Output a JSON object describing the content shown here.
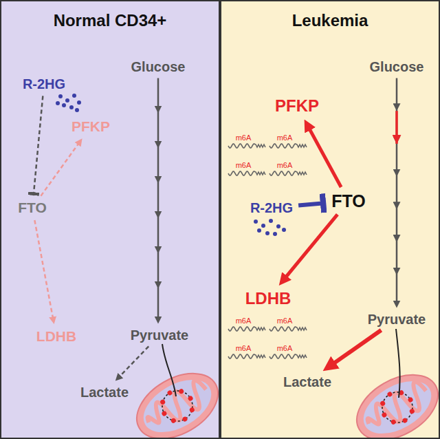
{
  "diagram": {
    "nodes": [
      {
        "text": [
          "Normal CD34+"
        ]
      },
      {
        "text": [
          "Leukemia"
        ]
      },
      {
        "text": [
          "Glucose"
        ],
        "in": 0
      },
      {
        "text": [
          "R-2HG"
        ],
        "in": 0
      },
      {
        "text": [
          "PFKP"
        ],
        "in": 0
      },
      {
        "text": [
          "FTO"
        ],
        "in": 0
      },
      {
        "text": [
          "Pyruvate"
        ],
        "in": 0
      },
      {
        "text": [
          "LDHB"
        ],
        "in": 0
      },
      {
        "text": [
          "Lactate"
        ],
        "in": 0
      },
      {
        "text": [
          "Glucose"
        ],
        "in": 1
      },
      {
        "text": [
          "PFKP"
        ],
        "in": 1
      },
      {
        "text": [
          "R-2HG"
        ],
        "in": 1
      },
      {
        "text": [
          "FTO"
        ],
        "in": 1
      },
      {
        "text": [
          "LDHB"
        ],
        "in": 1
      },
      {
        "text": [
          "Pyruvate"
        ],
        "in": 1
      },
      {
        "text": [
          "Lactate"
        ],
        "in": 1
      }
    ],
    "edges": [
      {
        "from": 2,
        "to": 6,
        "arrow": "to"
      },
      {
        "from": 6,
        "to": 8,
        "arrow": "to"
      },
      {
        "from": 3,
        "to": 5,
        "arrow": "to"
      },
      {
        "from": 5,
        "to": 4,
        "arrow": "to"
      },
      {
        "from": 5,
        "to": 7,
        "arrow": "to"
      },
      {
        "from": 9,
        "to": 14,
        "arrow": "to"
      },
      {
        "from": 14,
        "to": 15,
        "arrow": "to"
      },
      {
        "from": 11,
        "to": 12,
        "arrow": "to"
      },
      {
        "from": 12,
        "to": 10,
        "arrow": "to"
      },
      {
        "from": 12,
        "to": 13,
        "arrow": "to"
      }
    ],
    "labels": [
      "m6A",
      "m6A",
      "m6A",
      "m6A",
      "m6A",
      "m6A",
      "m6A",
      "m6A"
    ]
  }
}
